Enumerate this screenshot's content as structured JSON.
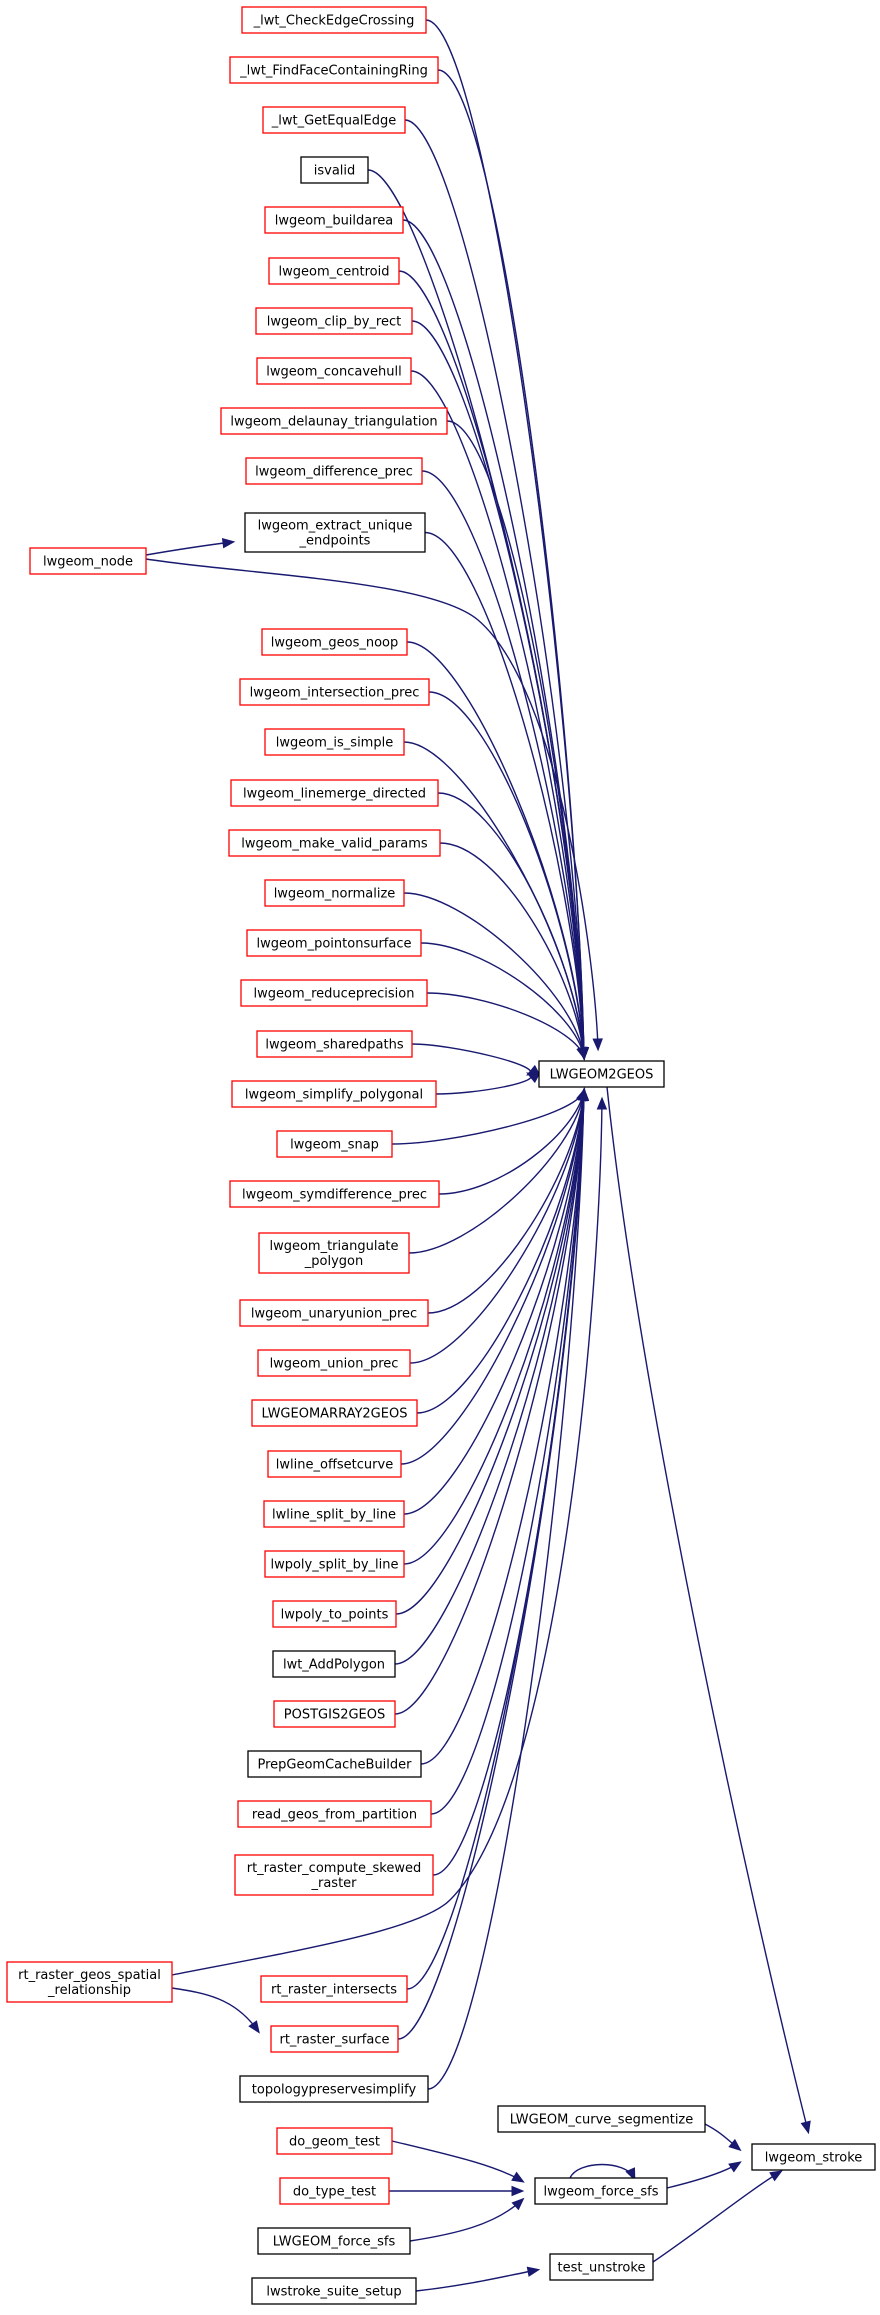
{
  "graph": {
    "colors": {
      "edge": "#191970",
      "border_incomplete": "#ff0000",
      "border_complete": "#000000",
      "highlight_fill": "#bfbfbf"
    },
    "nodes": [
      {
        "id": "lwt_CheckEdgeCrossing",
        "lines": [
          "_lwt_CheckEdgeCrossing"
        ],
        "style": "incomplete",
        "interactive": true
      },
      {
        "id": "lwt_FindFaceContainingRing",
        "lines": [
          "_lwt_FindFaceContainingRing"
        ],
        "style": "incomplete",
        "interactive": true
      },
      {
        "id": "lwt_GetEqualEdge",
        "lines": [
          "_lwt_GetEqualEdge"
        ],
        "style": "incomplete",
        "interactive": true
      },
      {
        "id": "isvalid",
        "lines": [
          "isvalid"
        ],
        "style": "complete",
        "interactive": true
      },
      {
        "id": "lwgeom_buildarea",
        "lines": [
          "lwgeom_buildarea"
        ],
        "style": "incomplete",
        "interactive": true
      },
      {
        "id": "lwgeom_centroid",
        "lines": [
          "lwgeom_centroid"
        ],
        "style": "incomplete",
        "interactive": true
      },
      {
        "id": "lwgeom_clip_by_rect",
        "lines": [
          "lwgeom_clip_by_rect"
        ],
        "style": "incomplete",
        "interactive": true
      },
      {
        "id": "lwgeom_concavehull",
        "lines": [
          "lwgeom_concavehull"
        ],
        "style": "incomplete",
        "interactive": true
      },
      {
        "id": "lwgeom_delaunay_triangulation",
        "lines": [
          "lwgeom_delaunay_triangulation"
        ],
        "style": "incomplete",
        "interactive": true
      },
      {
        "id": "lwgeom_difference_prec",
        "lines": [
          "lwgeom_difference_prec"
        ],
        "style": "incomplete",
        "interactive": true
      },
      {
        "id": "lwgeom_extract_unique_endpoints",
        "lines": [
          "lwgeom_extract_unique",
          "_endpoints"
        ],
        "style": "complete",
        "interactive": true
      },
      {
        "id": "lwgeom_node",
        "lines": [
          "lwgeom_node"
        ],
        "style": "incomplete",
        "interactive": true
      },
      {
        "id": "lwgeom_geos_noop",
        "lines": [
          "lwgeom_geos_noop"
        ],
        "style": "incomplete",
        "interactive": true
      },
      {
        "id": "lwgeom_intersection_prec",
        "lines": [
          "lwgeom_intersection_prec"
        ],
        "style": "incomplete",
        "interactive": true
      },
      {
        "id": "lwgeom_is_simple",
        "lines": [
          "lwgeom_is_simple"
        ],
        "style": "incomplete",
        "interactive": true
      },
      {
        "id": "lwgeom_linemerge_directed",
        "lines": [
          "lwgeom_linemerge_directed"
        ],
        "style": "incomplete",
        "interactive": true
      },
      {
        "id": "lwgeom_make_valid_params",
        "lines": [
          "lwgeom_make_valid_params"
        ],
        "style": "incomplete",
        "interactive": true
      },
      {
        "id": "lwgeom_normalize",
        "lines": [
          "lwgeom_normalize"
        ],
        "style": "incomplete",
        "interactive": true
      },
      {
        "id": "lwgeom_pointonsurface",
        "lines": [
          "lwgeom_pointonsurface"
        ],
        "style": "incomplete",
        "interactive": true
      },
      {
        "id": "lwgeom_reduceprecision",
        "lines": [
          "lwgeom_reduceprecision"
        ],
        "style": "incomplete",
        "interactive": true
      },
      {
        "id": "lwgeom_sharedpaths",
        "lines": [
          "lwgeom_sharedpaths"
        ],
        "style": "incomplete",
        "interactive": true
      },
      {
        "id": "lwgeom_simplify_polygonal",
        "lines": [
          "lwgeom_simplify_polygonal"
        ],
        "style": "incomplete",
        "interactive": true
      },
      {
        "id": "lwgeom_snap",
        "lines": [
          "lwgeom_snap"
        ],
        "style": "incomplete",
        "interactive": true
      },
      {
        "id": "lwgeom_symdifference_prec",
        "lines": [
          "lwgeom_symdifference_prec"
        ],
        "style": "incomplete",
        "interactive": true
      },
      {
        "id": "lwgeom_triangulate_polygon",
        "lines": [
          "lwgeom_triangulate",
          "_polygon"
        ],
        "style": "incomplete",
        "interactive": true
      },
      {
        "id": "lwgeom_unaryunion_prec",
        "lines": [
          "lwgeom_unaryunion_prec"
        ],
        "style": "incomplete",
        "interactive": true
      },
      {
        "id": "lwgeom_union_prec",
        "lines": [
          "lwgeom_union_prec"
        ],
        "style": "incomplete",
        "interactive": true
      },
      {
        "id": "LWGEOMARRAY2GEOS",
        "lines": [
          "LWGEOMARRAY2GEOS"
        ],
        "style": "incomplete",
        "interactive": true
      },
      {
        "id": "lwline_offsetcurve",
        "lines": [
          "lwline_offsetcurve"
        ],
        "style": "incomplete",
        "interactive": true
      },
      {
        "id": "lwline_split_by_line",
        "lines": [
          "lwline_split_by_line"
        ],
        "style": "incomplete",
        "interactive": true
      },
      {
        "id": "lwpoly_split_by_line",
        "lines": [
          "lwpoly_split_by_line"
        ],
        "style": "incomplete",
        "interactive": true
      },
      {
        "id": "lwpoly_to_points",
        "lines": [
          "lwpoly_to_points"
        ],
        "style": "incomplete",
        "interactive": true
      },
      {
        "id": "lwt_AddPolygon",
        "lines": [
          "lwt_AddPolygon"
        ],
        "style": "complete",
        "interactive": true
      },
      {
        "id": "POSTGIS2GEOS",
        "lines": [
          "POSTGIS2GEOS"
        ],
        "style": "incomplete",
        "interactive": true
      },
      {
        "id": "PrepGeomCacheBuilder",
        "lines": [
          "PrepGeomCacheBuilder"
        ],
        "style": "complete",
        "interactive": true
      },
      {
        "id": "read_geos_from_partition",
        "lines": [
          "read_geos_from_partition"
        ],
        "style": "incomplete",
        "interactive": true
      },
      {
        "id": "rt_raster_compute_skewed_raster",
        "lines": [
          "rt_raster_compute_skewed",
          "_raster"
        ],
        "style": "incomplete",
        "interactive": true
      },
      {
        "id": "rt_raster_geos_spatial_relationship",
        "lines": [
          "rt_raster_geos_spatial",
          "_relationship"
        ],
        "style": "incomplete",
        "interactive": true
      },
      {
        "id": "rt_raster_intersects",
        "lines": [
          "rt_raster_intersects"
        ],
        "style": "incomplete",
        "interactive": true
      },
      {
        "id": "rt_raster_surface",
        "lines": [
          "rt_raster_surface"
        ],
        "style": "incomplete",
        "interactive": true
      },
      {
        "id": "topologypreservesimplify",
        "lines": [
          "topologypreservesimplify"
        ],
        "style": "complete",
        "interactive": true
      },
      {
        "id": "LWGEOM2GEOS",
        "lines": [
          "LWGEOM2GEOS"
        ],
        "style": "complete",
        "interactive": true
      },
      {
        "id": "LWGEOM_curve_segmentize",
        "lines": [
          "LWGEOM_curve_segmentize"
        ],
        "style": "complete",
        "interactive": true
      },
      {
        "id": "do_geom_test",
        "lines": [
          "do_geom_test"
        ],
        "style": "incomplete",
        "interactive": true
      },
      {
        "id": "do_type_test",
        "lines": [
          "do_type_test"
        ],
        "style": "incomplete",
        "interactive": true
      },
      {
        "id": "lwgeom_force_sfs",
        "lines": [
          "lwgeom_force_sfs"
        ],
        "style": "complete",
        "interactive": true
      },
      {
        "id": "LWGEOM_force_sfs",
        "lines": [
          "LWGEOM_force_sfs"
        ],
        "style": "complete",
        "interactive": true
      },
      {
        "id": "test_unstroke",
        "lines": [
          "test_unstroke"
        ],
        "style": "complete",
        "interactive": true
      },
      {
        "id": "lwstroke_suite_setup",
        "lines": [
          "lwstroke_suite_setup"
        ],
        "style": "complete",
        "interactive": true
      },
      {
        "id": "lwgeom_stroke",
        "lines": [
          "lwgeom_stroke"
        ],
        "style": "highlight",
        "interactive": false
      }
    ],
    "edges": [
      {
        "from": "lwgeom_node",
        "to": "lwgeom_extract_unique_endpoints"
      },
      {
        "from": "rt_raster_geos_spatial_relationship",
        "to": "rt_raster_surface"
      },
      {
        "from": "lwgeom_force_sfs",
        "to": "lwgeom_force_sfs"
      },
      {
        "from": "do_geom_test",
        "to": "lwgeom_force_sfs"
      },
      {
        "from": "do_type_test",
        "to": "lwgeom_force_sfs"
      },
      {
        "from": "LWGEOM_force_sfs",
        "to": "lwgeom_force_sfs"
      },
      {
        "from": "lwstroke_suite_setup",
        "to": "test_unstroke"
      },
      {
        "from": "LWGEOM_curve_segmentize",
        "to": "lwgeom_stroke"
      },
      {
        "from": "lwgeom_force_sfs",
        "to": "lwgeom_stroke"
      },
      {
        "from": "test_unstroke",
        "to": "lwgeom_stroke"
      },
      {
        "from": "LWGEOM2GEOS",
        "to": "lwgeom_stroke"
      },
      {
        "from": "lwt_CheckEdgeCrossing",
        "to": "LWGEOM2GEOS"
      },
      {
        "from": "lwt_FindFaceContainingRing",
        "to": "LWGEOM2GEOS"
      },
      {
        "from": "lwt_GetEqualEdge",
        "to": "LWGEOM2GEOS"
      },
      {
        "from": "isvalid",
        "to": "LWGEOM2GEOS"
      },
      {
        "from": "lwgeom_buildarea",
        "to": "LWGEOM2GEOS"
      },
      {
        "from": "lwgeom_centroid",
        "to": "LWGEOM2GEOS"
      },
      {
        "from": "lwgeom_clip_by_rect",
        "to": "LWGEOM2GEOS"
      },
      {
        "from": "lwgeom_concavehull",
        "to": "LWGEOM2GEOS"
      },
      {
        "from": "lwgeom_delaunay_triangulation",
        "to": "LWGEOM2GEOS"
      },
      {
        "from": "lwgeom_difference_prec",
        "to": "LWGEOM2GEOS"
      },
      {
        "from": "lwgeom_extract_unique_endpoints",
        "to": "LWGEOM2GEOS"
      },
      {
        "from": "lwgeom_node",
        "to": "LWGEOM2GEOS"
      },
      {
        "from": "lwgeom_geos_noop",
        "to": "LWGEOM2GEOS"
      },
      {
        "from": "lwgeom_intersection_prec",
        "to": "LWGEOM2GEOS"
      },
      {
        "from": "lwgeom_is_simple",
        "to": "LWGEOM2GEOS"
      },
      {
        "from": "lwgeom_linemerge_directed",
        "to": "LWGEOM2GEOS"
      },
      {
        "from": "lwgeom_make_valid_params",
        "to": "LWGEOM2GEOS"
      },
      {
        "from": "lwgeom_normalize",
        "to": "LWGEOM2GEOS"
      },
      {
        "from": "lwgeom_pointonsurface",
        "to": "LWGEOM2GEOS"
      },
      {
        "from": "lwgeom_reduceprecision",
        "to": "LWGEOM2GEOS"
      },
      {
        "from": "lwgeom_sharedpaths",
        "to": "LWGEOM2GEOS"
      },
      {
        "from": "lwgeom_simplify_polygonal",
        "to": "LWGEOM2GEOS"
      },
      {
        "from": "lwgeom_snap",
        "to": "LWGEOM2GEOS"
      },
      {
        "from": "lwgeom_symdifference_prec",
        "to": "LWGEOM2GEOS"
      },
      {
        "from": "lwgeom_triangulate_polygon",
        "to": "LWGEOM2GEOS"
      },
      {
        "from": "lwgeom_unaryunion_prec",
        "to": "LWGEOM2GEOS"
      },
      {
        "from": "lwgeom_union_prec",
        "to": "LWGEOM2GEOS"
      },
      {
        "from": "LWGEOMARRAY2GEOS",
        "to": "LWGEOM2GEOS"
      },
      {
        "from": "lwline_offsetcurve",
        "to": "LWGEOM2GEOS"
      },
      {
        "from": "lwline_split_by_line",
        "to": "LWGEOM2GEOS"
      },
      {
        "from": "lwpoly_split_by_line",
        "to": "LWGEOM2GEOS"
      },
      {
        "from": "lwpoly_to_points",
        "to": "LWGEOM2GEOS"
      },
      {
        "from": "lwt_AddPolygon",
        "to": "LWGEOM2GEOS"
      },
      {
        "from": "POSTGIS2GEOS",
        "to": "LWGEOM2GEOS"
      },
      {
        "from": "PrepGeomCacheBuilder",
        "to": "LWGEOM2GEOS"
      },
      {
        "from": "read_geos_from_partition",
        "to": "LWGEOM2GEOS"
      },
      {
        "from": "rt_raster_compute_skewed_raster",
        "to": "LWGEOM2GEOS"
      },
      {
        "from": "rt_raster_geos_spatial_relationship",
        "to": "LWGEOM2GEOS"
      },
      {
        "from": "rt_raster_intersects",
        "to": "LWGEOM2GEOS"
      },
      {
        "from": "rt_raster_surface",
        "to": "LWGEOM2GEOS"
      },
      {
        "from": "topologypreservesimplify",
        "to": "LWGEOM2GEOS"
      }
    ]
  }
}
